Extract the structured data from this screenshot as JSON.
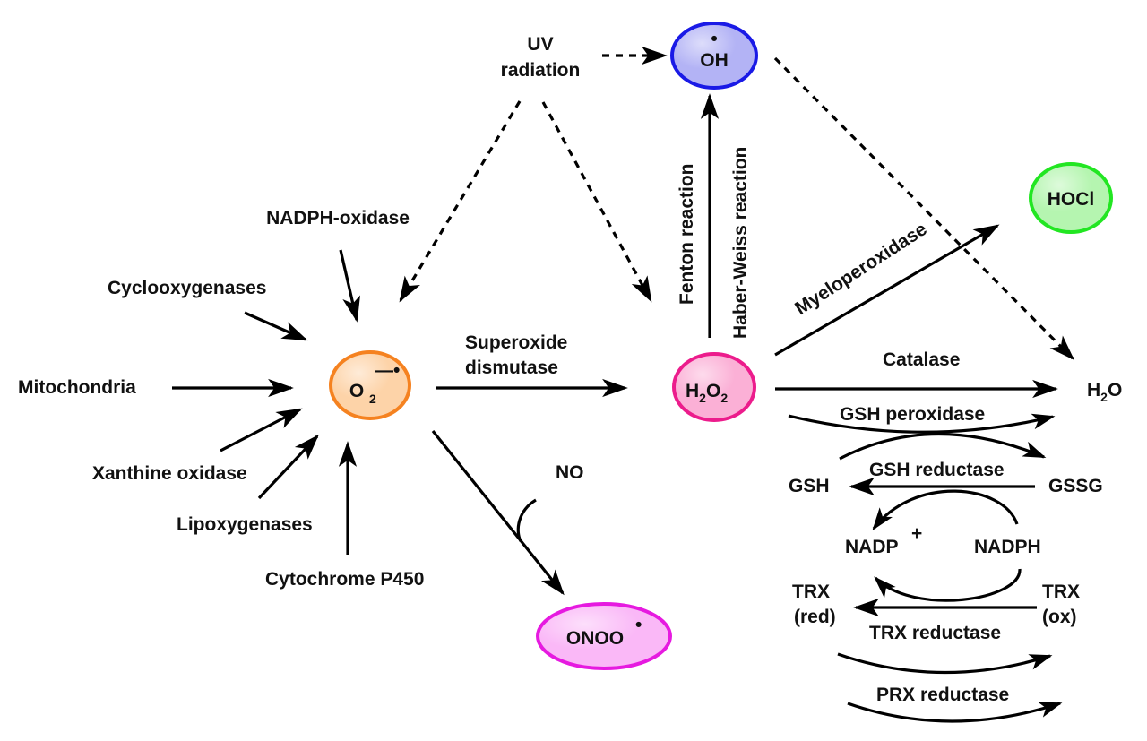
{
  "diagram": {
    "title": "Reactive oxygen species generation and detoxification pathways",
    "nodes": {
      "superoxide": {
        "main": "O",
        "sub": "2",
        "sup": "—•",
        "fill": "#fdd3a8",
        "stroke": "#f58220"
      },
      "hydroxyl": {
        "dot": "•",
        "main": "OH",
        "fill": "#b3b3f5",
        "stroke": "#1a1ae6"
      },
      "h2o2": {
        "h": "H",
        "sub1": "2",
        "o": "O",
        "sub2": "2",
        "fill": "#fbb0d6",
        "stroke": "#ec1c8c"
      },
      "hocl": {
        "main": "HOCl",
        "fill": "#b5f5b0",
        "stroke": "#22e622"
      },
      "peroxynitrite": {
        "main": "ONOO",
        "sup": "•",
        "fill": "#fab8f7",
        "stroke": "#e61ae0"
      }
    },
    "sources": {
      "uv": [
        "UV",
        "radiation"
      ],
      "nadph_oxidase": "NADPH-oxidase",
      "cyclooxygenases": "Cyclooxygenases",
      "mitochondria": "Mitochondria",
      "xanthine_oxidase": "Xanthine oxidase",
      "lipoxygenases": "Lipoxygenases",
      "cytochrome": "Cytochrome P450",
      "no": "NO"
    },
    "enzymes": {
      "sod": [
        "Superoxide",
        "dismutase"
      ],
      "fenton": "Fenton reaction",
      "haber_weiss": "Haber-Weiss reaction",
      "myeloperoxidase": "Myeloperoxidase",
      "catalase": "Catalase",
      "gsh_peroxidase": "GSH peroxidase",
      "gsh_reductase": "GSH reductase",
      "trx_reductase": "TRX reductase",
      "prx_reductase": "PRX reductase"
    },
    "products": {
      "water": {
        "h": "H",
        "sub": "2",
        "o": "O"
      },
      "gsh": "GSH",
      "gssg": "GSSG",
      "nadp": {
        "main": "NADP",
        "sup": "+"
      },
      "nadph": "NADPH",
      "trx_red": [
        "TRX",
        "(red)"
      ],
      "trx_ox": [
        "TRX",
        "(ox)"
      ]
    }
  }
}
